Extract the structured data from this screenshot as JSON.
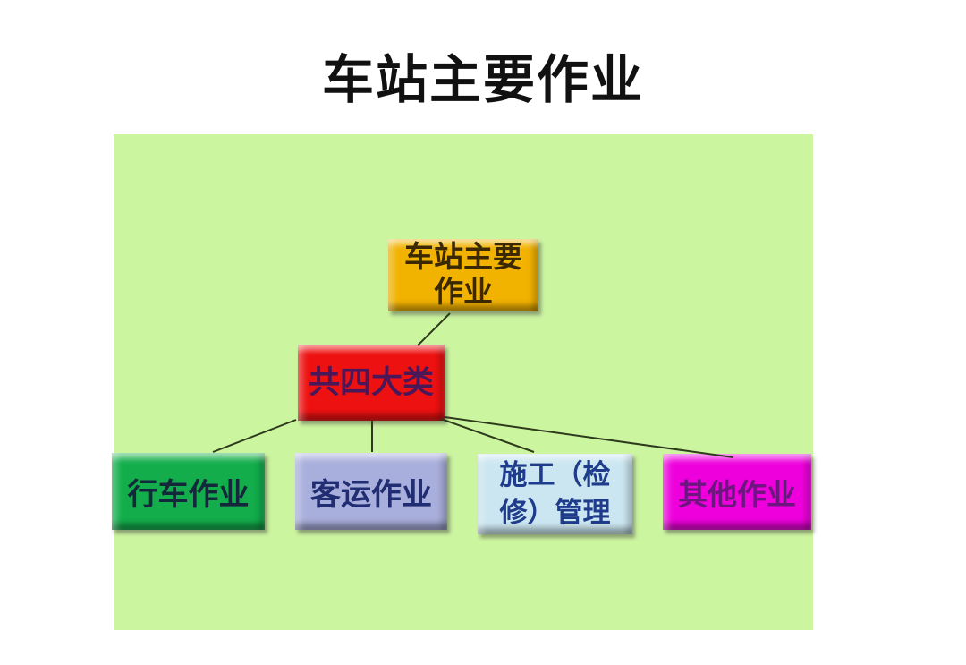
{
  "slide": {
    "title": "车站主要作业"
  },
  "panel": {
    "bg": "#CCF5A0"
  },
  "connectors": {
    "color": "#2E3A1C"
  },
  "diagram": {
    "root": {
      "line1": "车站主要",
      "line2": "作业",
      "bg": "#F2B200",
      "text_color": "#3A2800"
    },
    "category": {
      "label": "共四大类",
      "bg": "#EE1111",
      "text_color": "#4A1858"
    },
    "leaves": {
      "train": {
        "label": "行车作业",
        "bg": "#13AE4B",
        "text_color": "#14283C"
      },
      "passenger": {
        "label": "客运作业",
        "bg": "#A9AFDC",
        "text_color": "#202D72"
      },
      "construction": {
        "line1": "施工（检",
        "line2": "修）管理",
        "bg": "#CBE6F0",
        "text_color": "#1F3C8C"
      },
      "other": {
        "label": "其他作业",
        "bg": "#EE00DD",
        "text_color": "#6E1580"
      }
    }
  }
}
